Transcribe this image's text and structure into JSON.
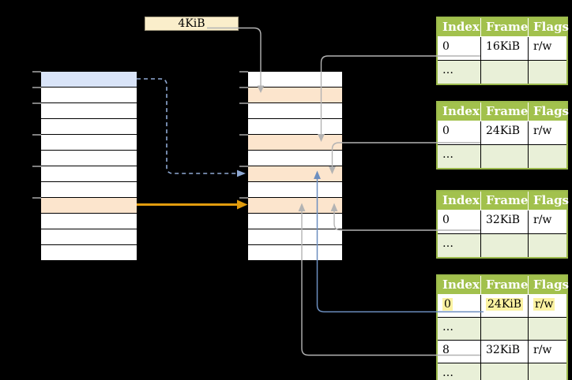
{
  "title_label": {
    "text": "4KiB"
  },
  "memory_columns": {
    "virtual": {
      "rows": 12,
      "blue_rows": [
        0
      ],
      "orange_rows": [
        8
      ],
      "tick_rows": [
        0,
        1,
        2,
        4,
        6,
        8
      ]
    },
    "physical": {
      "rows": 12,
      "blue_rows": [],
      "orange_rows": [
        1,
        4,
        6,
        8
      ],
      "tick_rows": [
        0,
        1,
        2,
        4,
        6,
        8
      ]
    }
  },
  "page_tables": [
    {
      "name": "page-table-16kib",
      "columns": [
        "Index",
        "Frame",
        "Flags"
      ],
      "rows": [
        {
          "cells": [
            "0",
            "16KiB",
            "r/w"
          ],
          "ellipsis": false,
          "highlight": false
        },
        {
          "cells": [
            "…",
            "",
            ""
          ],
          "ellipsis": true,
          "highlight": false
        }
      ]
    },
    {
      "name": "page-table-24kib",
      "columns": [
        "Index",
        "Frame",
        "Flags"
      ],
      "rows": [
        {
          "cells": [
            "0",
            "24KiB",
            "r/w"
          ],
          "ellipsis": false,
          "highlight": false
        },
        {
          "cells": [
            "…",
            "",
            ""
          ],
          "ellipsis": true,
          "highlight": false
        }
      ]
    },
    {
      "name": "page-table-32kib",
      "columns": [
        "Index",
        "Frame",
        "Flags"
      ],
      "rows": [
        {
          "cells": [
            "0",
            "32KiB",
            "r/w"
          ],
          "ellipsis": false,
          "highlight": false
        },
        {
          "cells": [
            "…",
            "",
            ""
          ],
          "ellipsis": true,
          "highlight": false
        }
      ]
    },
    {
      "name": "top-level-page-table",
      "columns": [
        "Index",
        "Frame",
        "Flags"
      ],
      "rows": [
        {
          "cells": [
            "0",
            "24KiB",
            "r/w"
          ],
          "ellipsis": false,
          "highlight": true
        },
        {
          "cells": [
            "…",
            "",
            ""
          ],
          "ellipsis": true,
          "highlight": false
        },
        {
          "cells": [
            "8",
            "32KiB",
            "r/w"
          ],
          "ellipsis": false,
          "highlight": false
        },
        {
          "cells": [
            "…",
            "",
            ""
          ],
          "ellipsis": true,
          "highlight": false
        }
      ]
    }
  ],
  "colors": {
    "background": "#000000",
    "header_green": "#a2c14d",
    "table_border_green": "#9cba4c",
    "ellipsis_row_green": "#e9f0d8",
    "highlight_yellow": "#fbf2a1",
    "page_blue": "#d9e4f8",
    "frame_orange": "#fce5cd",
    "label_cream": "#faeecb",
    "connector_gray": "#b3b3b3",
    "connector_blue": "#6c8ebf",
    "dashed_blue": "#8fa9d4",
    "arrow_orange": "#e29c0e",
    "tick_gray": "#7f7f7f"
  }
}
